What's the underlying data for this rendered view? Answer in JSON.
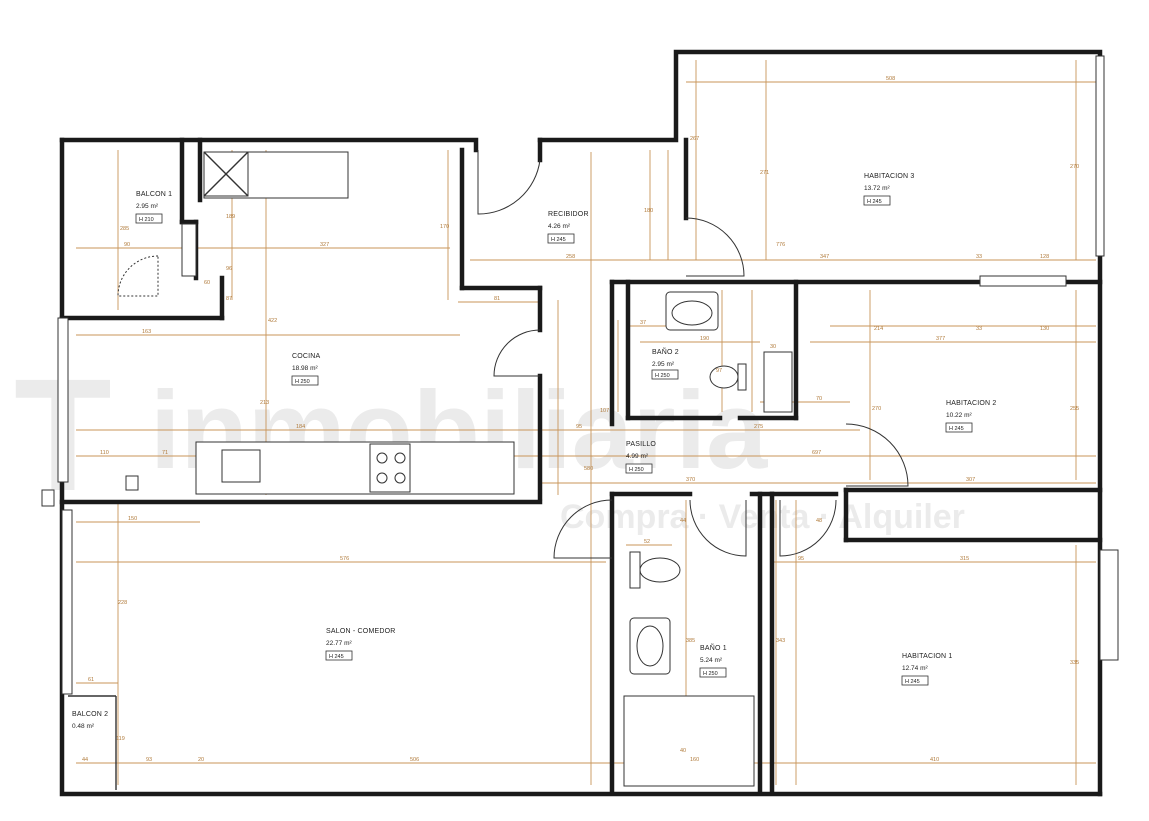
{
  "rooms": {
    "balcon1": {
      "name": "BALCON 1",
      "area": "2.95 m²",
      "tag": "H 210"
    },
    "cocina": {
      "name": "COCINA",
      "area": "18.98 m²",
      "tag": "H 250"
    },
    "recibidor": {
      "name": "RECIBIDOR",
      "area": "4.26 m²",
      "tag": "H 245"
    },
    "habitacion3": {
      "name": "HABITACION 3",
      "area": "13.72 m²",
      "tag": "H 245"
    },
    "bano2": {
      "name": "BAÑO 2",
      "area": "2.95 m²",
      "tag": "H 250"
    },
    "habitacion2": {
      "name": "HABITACION 2",
      "area": "10.22 m²",
      "tag": "H 245"
    },
    "pasillo": {
      "name": "PASILLO",
      "area": "4.99 m²",
      "tag": "H 250"
    },
    "salon": {
      "name": "SALON - COMEDOR",
      "area": "22.77 m²",
      "tag": "H 245"
    },
    "bano1": {
      "name": "BAÑO 1",
      "area": "5.24 m²",
      "tag": "H 250"
    },
    "habitacion1": {
      "name": "HABITACION 1",
      "area": "12.74 m²",
      "tag": "H 245"
    },
    "balcon2": {
      "name": "BALCON 2",
      "area": "0.48 m²"
    }
  },
  "dimensions": {
    "top_h3": "508",
    "h3_left_v": "267",
    "h3_mid_v": "271",
    "h3_right_v": "270",
    "balcon_v": "285",
    "balcon_w": "90",
    "cocina_w": "327",
    "cocina_v": "170",
    "small_v1": "189",
    "small_v2": "96",
    "small_h1": "60",
    "small_v3": "87",
    "balcon_door": "163",
    "cocina_h_v": "422",
    "cocina_h2": "81",
    "recib_w": "258",
    "recib_v": "180",
    "h3_w": "776",
    "h3_inner": "347",
    "h3_r1": "33",
    "h3_r2": "128",
    "h2_w1": "214",
    "h2_r1": "33",
    "h2_r2": "130",
    "bano2_w": "190",
    "bano2_l": "37",
    "h2_mid": "377",
    "bano2_v": "97",
    "bano2_r": "30",
    "bano2_s": "70",
    "h2_v": "270",
    "h2_v2": "255",
    "cocina_v2": "213",
    "cocina_row": "184",
    "pasillo_left": "95",
    "pasillo_mid": "275",
    "pasillo_w": "697",
    "cocina_left": "110",
    "cocina_left2": "71",
    "pasillo_v1": "580",
    "pasillo_v2": "107",
    "pasillo_w2": "370",
    "h2_bottom": "307",
    "salon_top": "150",
    "bano1_top": "44",
    "bano1_w": "52",
    "h1_v1": "48",
    "salon_w": "576",
    "h1_l": "95",
    "h1_w": "315",
    "salon_v": "228",
    "bano1_v": "385",
    "h1_v": "343",
    "h1_r": "335",
    "balcon2_top": "61",
    "salon_v2": "119",
    "bano1_v2": "40",
    "bottom_1": "44",
    "bottom_2": "93",
    "bottom_3": "20",
    "bottom_4": "506",
    "bottom_5": "160",
    "bottom_6": "410"
  },
  "watermark": {
    "text1": "T",
    "text2": "inmobiliaria",
    "text3": "Compra · Venta · Alquiler"
  }
}
